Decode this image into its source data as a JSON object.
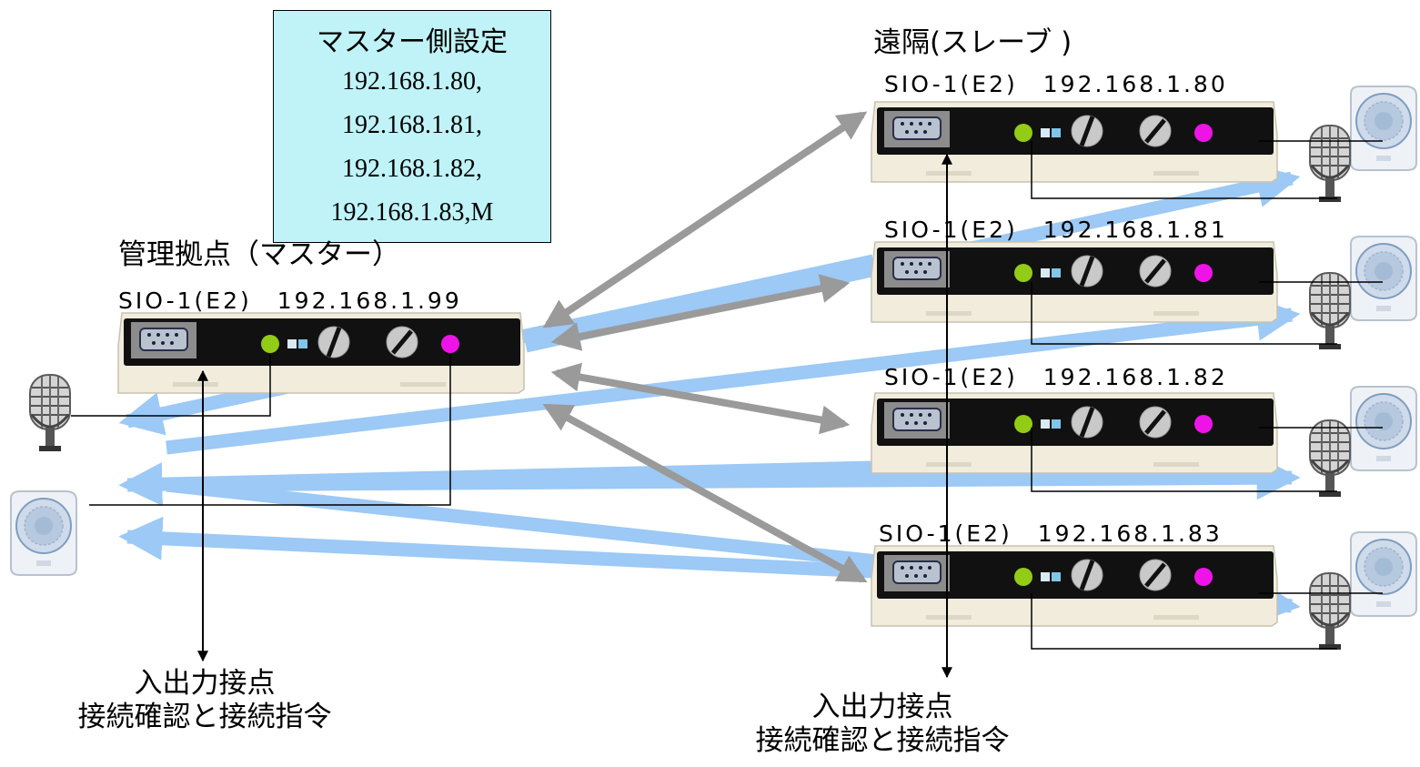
{
  "master": {
    "heading": "管理拠点（マスター）",
    "device_label": "SIO-1(E2)　192.168.1.99"
  },
  "config_box": {
    "title": "マスター側設定",
    "lines": [
      "192.168.1.80,",
      "192.168.1.81,",
      "192.168.1.82,",
      "192.168.1.83,M"
    ]
  },
  "slave_heading": "遠隔(スレーブ )",
  "slaves": [
    {
      "device_label": "SIO-1(E2)　192.168.1.80"
    },
    {
      "device_label": "SIO-1(E2)　192.168.1.81"
    },
    {
      "device_label": "SIO-1(E2)　192.168.1.82"
    },
    {
      "device_label": "SIO-1(E2)　192.168.1.83"
    }
  ],
  "io_master": {
    "line1": "入出力接点",
    "line2": "接続確認と接続指令"
  },
  "io_slave": {
    "line1": "入出力接点",
    "line2": "接続確認と接続指令"
  },
  "colors": {
    "config_bg": "#bff3f7",
    "audio_arrow": "#9cc9f5",
    "network_arrow": "#9a9a9a",
    "led_green": "#92cc16",
    "led_magenta": "#ee14e8",
    "device_panel": "#111111"
  },
  "icons": [
    "microphone-icon",
    "speaker-icon",
    "serial-port-icon",
    "knob-icon"
  ]
}
